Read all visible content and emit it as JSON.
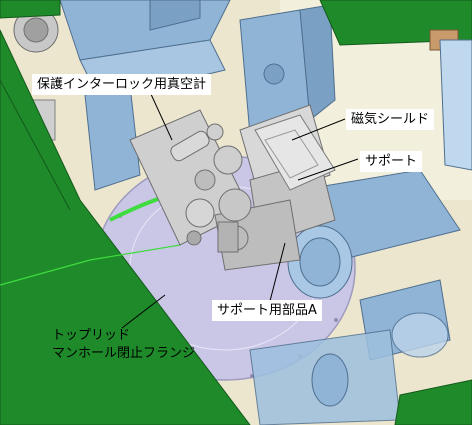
{
  "figure": {
    "callouts": {
      "vacuum_gauge": "保護インターロック用真空計",
      "magnetic_shield": "磁気シールド",
      "support": "サポート",
      "support_part_a": "サポート用部品A",
      "top_lid_line1": "トップリッド",
      "top_lid_line2": "マンホール閉止フランジ"
    },
    "colors": {
      "frame_green": "#1f8a2a",
      "lid_lavender": "#c9c6e6",
      "steel_blue": "#8fb4d6",
      "metal_grey": "#b9b9b9",
      "bright_green_line": "#3fdc3f",
      "background": "#ece6cf"
    }
  }
}
